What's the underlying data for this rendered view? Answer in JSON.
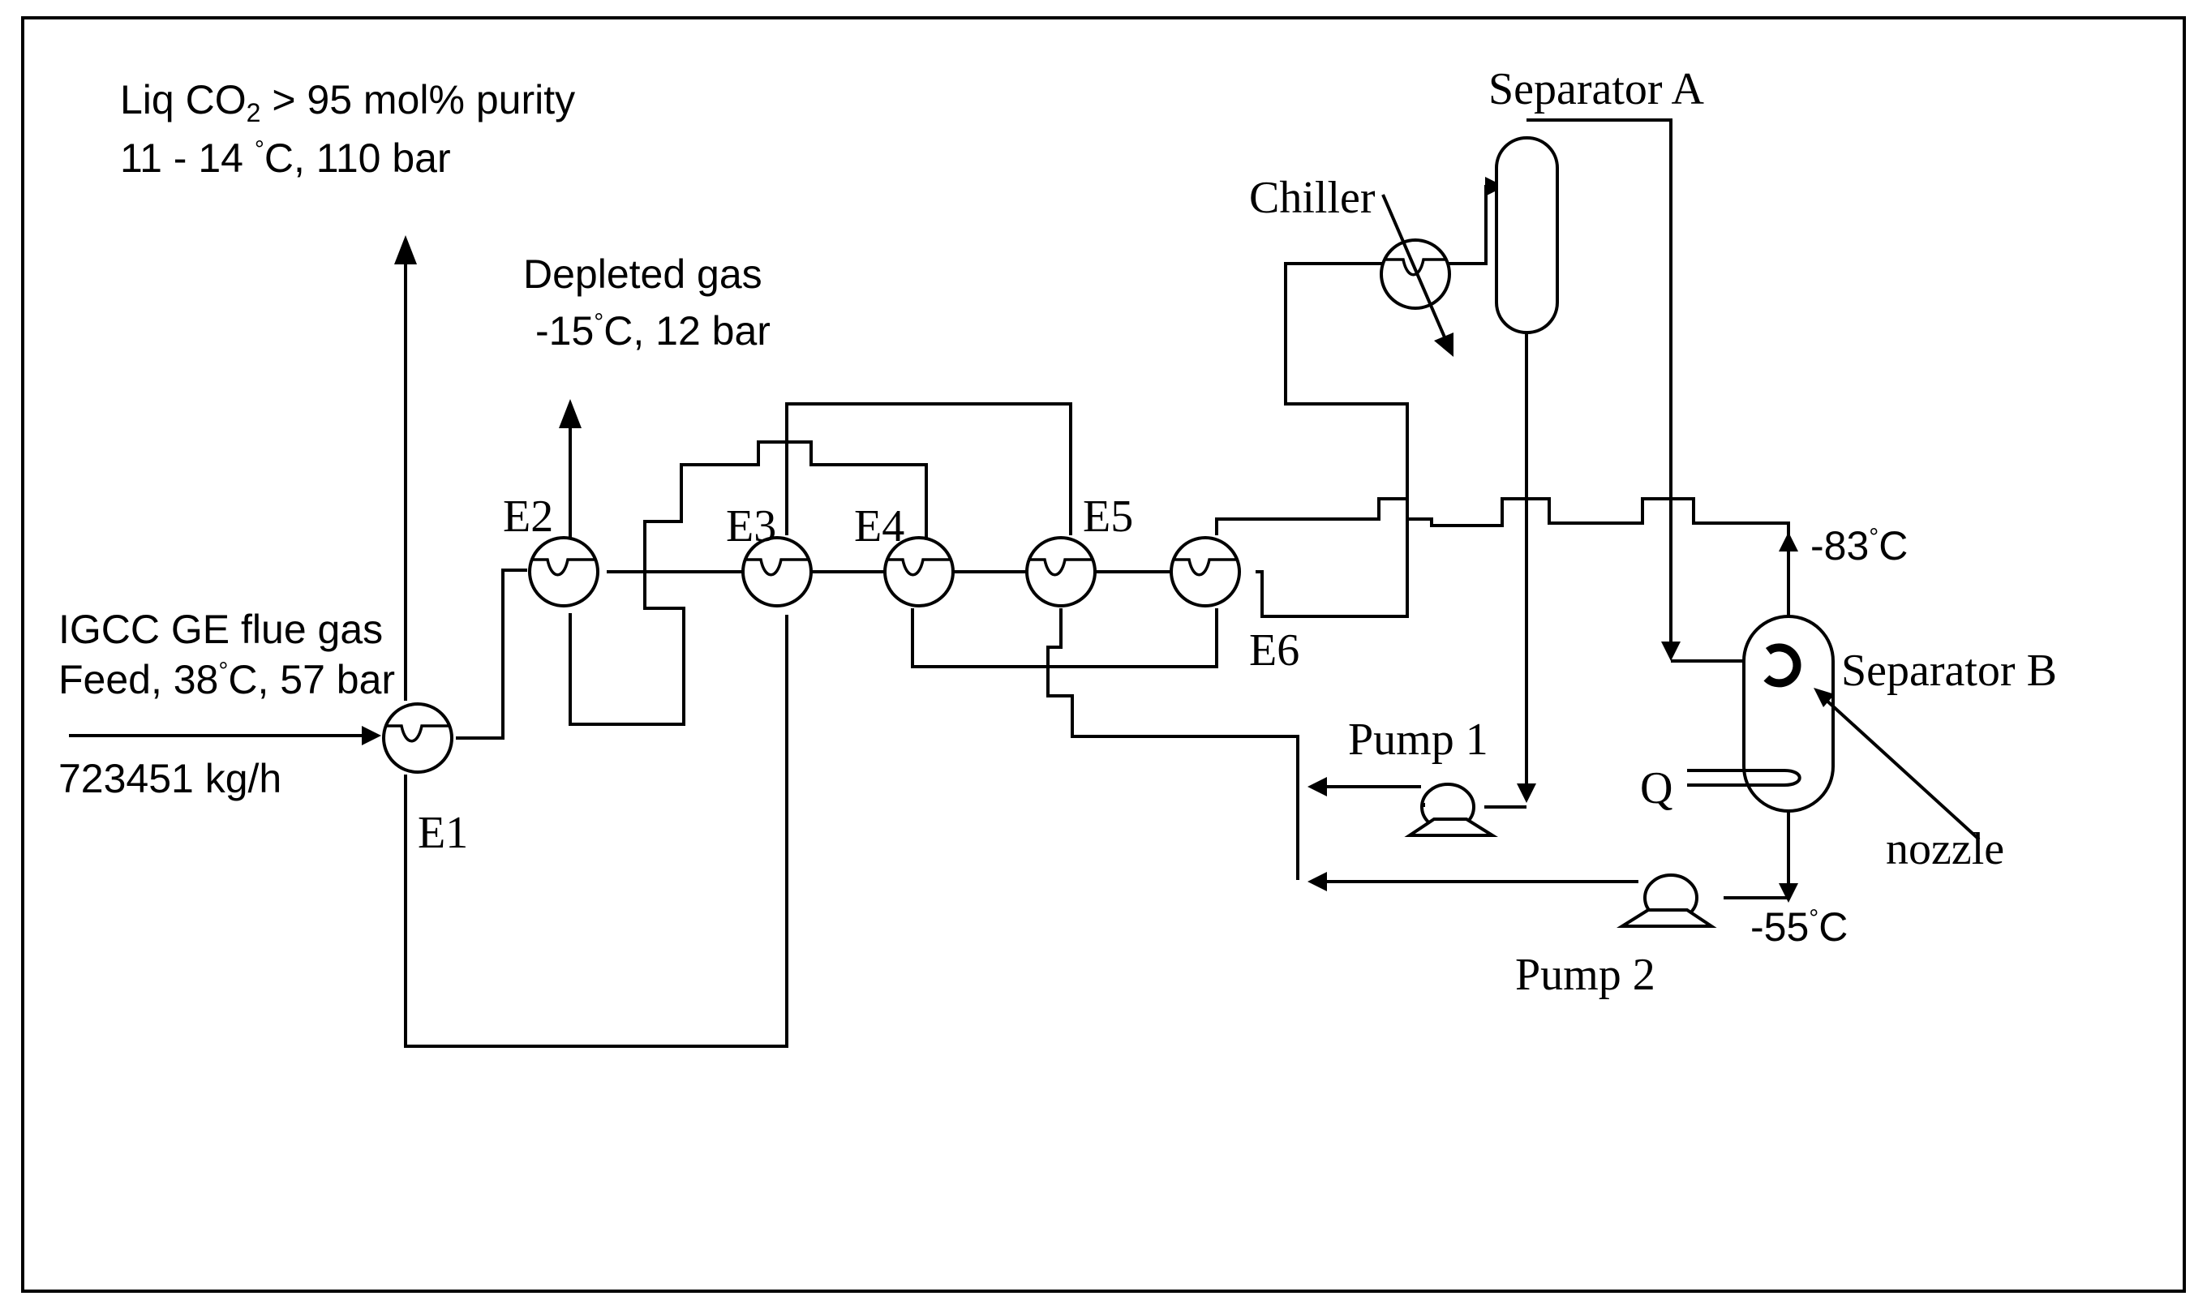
{
  "product": {
    "line1_prefix": "Liq CO",
    "line1_sub": "2",
    "line1_suffix": " > 95 mol% purity",
    "line2_prefix": "11 - 14 ",
    "line2_deg": "°",
    "line2_suffix": "C, 110 bar"
  },
  "depleted": {
    "line1": "Depleted gas",
    "line2_prefix": "-15",
    "line2_deg": "°",
    "line2_suffix": "C, 12 bar"
  },
  "feed": {
    "line1": "IGCC GE flue gas",
    "line2_prefix": "Feed, 38",
    "line2_deg": "°",
    "line2_suffix": "C, 57 bar",
    "flow": "723451 kg/h"
  },
  "exchangers": {
    "e1": "E1",
    "e2": "E2",
    "e3": "E3",
    "e4": "E4",
    "e5": "E5",
    "e6": "E6"
  },
  "equipment": {
    "chiller": "Chiller",
    "separator_a": "Separator A",
    "separator_b": "Separator B",
    "pump1": "Pump 1",
    "pump2": "Pump 2",
    "nozzle": "nozzle",
    "heat": "Q"
  },
  "temps": {
    "top_b_prefix": "-83",
    "top_b_deg": "°",
    "top_b_suffix": "C",
    "bottom_b_prefix": "-55",
    "bottom_b_deg": "°",
    "bottom_b_suffix": "C"
  }
}
